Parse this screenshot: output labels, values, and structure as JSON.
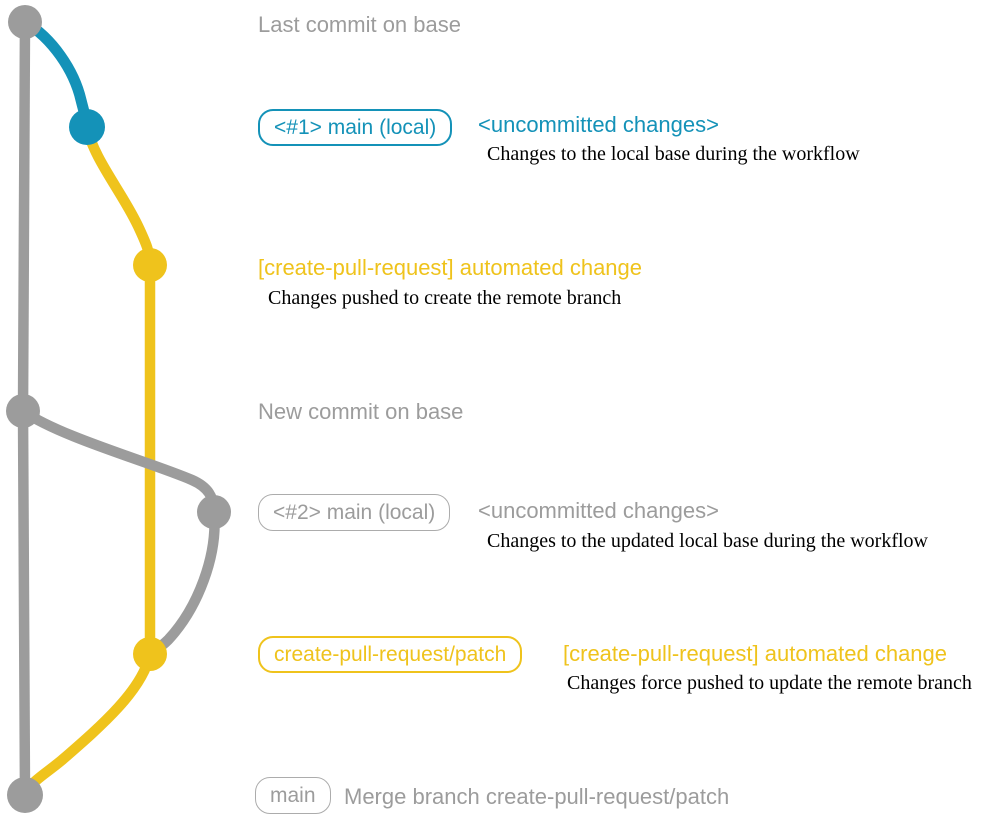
{
  "colors": {
    "gray": "#9C9C9C",
    "gray_border": "#ACACAC",
    "blue": "#1492B8",
    "yellow": "#EFC31C",
    "caption": "#000000",
    "background": "#FFFFFF"
  },
  "rows": {
    "last_commit": {
      "label": "Last commit on base"
    },
    "local_main_1": {
      "badge": "<#1> main (local)",
      "title": "<uncommitted changes>",
      "caption": "Changes to the local base during the workflow"
    },
    "automated_change_1": {
      "title": "[create-pull-request] automated change",
      "caption": "Changes pushed to create the remote branch"
    },
    "new_commit": {
      "label": "New commit on base"
    },
    "local_main_2": {
      "badge": "<#2> main (local)",
      "title": "<uncommitted changes>",
      "caption": "Changes to the updated local base during the workflow"
    },
    "automated_change_2": {
      "badge": "create-pull-request/patch",
      "title": "[create-pull-request] automated change",
      "caption": "Changes force pushed to update the remote branch"
    },
    "merge": {
      "badge": "main",
      "label": "Merge branch create-pull-request/patch"
    }
  },
  "graph": {
    "branches": [
      {
        "name": "base",
        "color": "#9C9C9C"
      },
      {
        "name": "local-main-uncommitted",
        "color": "#1492B8"
      },
      {
        "name": "create-pull-request-patch",
        "color": "#EFC31C"
      }
    ],
    "commits": [
      {
        "id": "last-commit-on-base",
        "branch": "base"
      },
      {
        "id": "uncommitted-changes-1",
        "branch": "local-main-uncommitted"
      },
      {
        "id": "automated-change-1",
        "branch": "create-pull-request-patch"
      },
      {
        "id": "new-commit-on-base",
        "branch": "base"
      },
      {
        "id": "uncommitted-changes-2",
        "branch": "base"
      },
      {
        "id": "automated-change-2",
        "branch": "create-pull-request-patch"
      },
      {
        "id": "merge-commit",
        "branch": "base"
      }
    ]
  }
}
